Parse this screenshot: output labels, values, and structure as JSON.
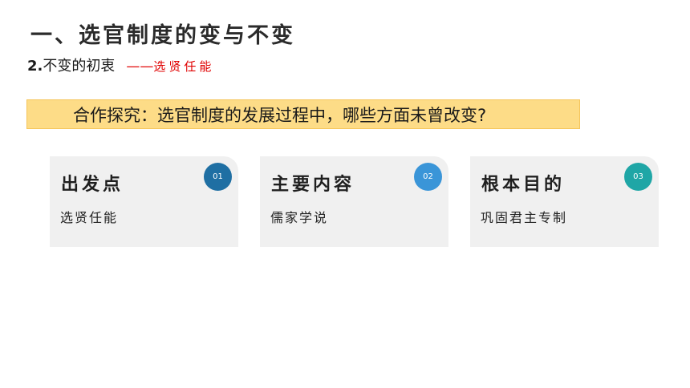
{
  "title": "一、选官制度的变与不变",
  "subtitle": {
    "number": "2.",
    "text": "不变的初衷",
    "dash": "——",
    "note": "选贤任能"
  },
  "banner": {
    "text": "合作探究：选官制度的发展过程中，哪些方面未曾改变?"
  },
  "cards": [
    {
      "title": "出发点",
      "content": "选贤任能",
      "badge": "01",
      "badge_color": "#1f6fa3"
    },
    {
      "title": "主要内容",
      "content": "儒家学说",
      "badge": "02",
      "badge_color": "#3a95d8"
    },
    {
      "title": "根本目的",
      "content": "巩固君主专制",
      "badge": "03",
      "badge_color": "#1fa6a6"
    }
  ]
}
